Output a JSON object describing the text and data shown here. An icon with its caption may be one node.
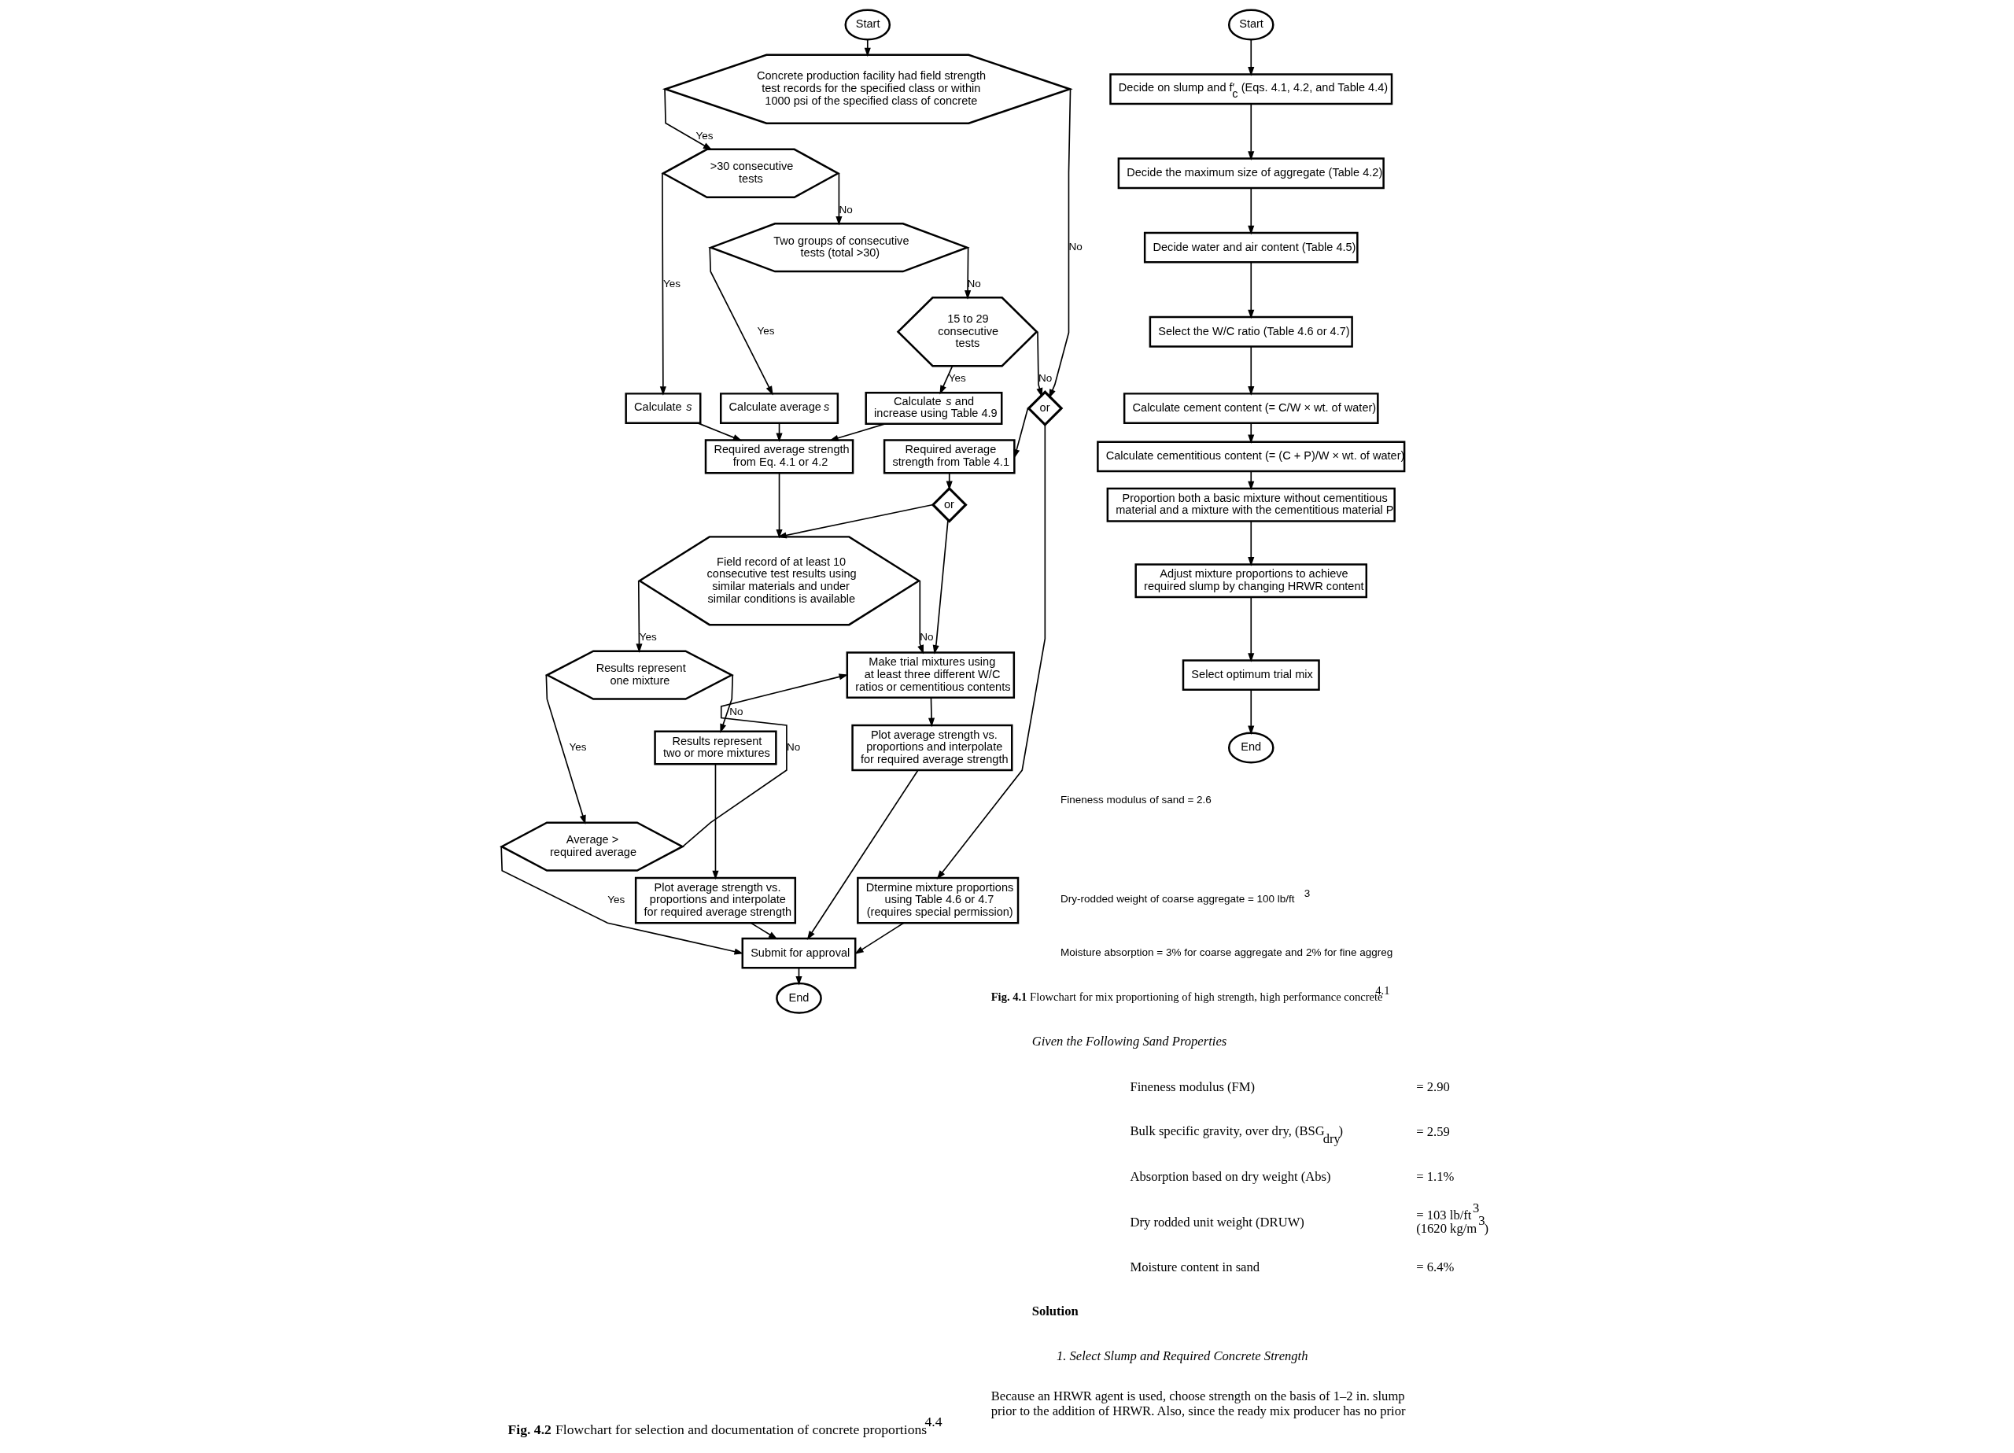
{
  "diagram": {
    "caption": "**Fig. 4.2** Flowchart for selection and documentation of concrete proportions$^{4.4}$",
    "nodes": [
      {
        "text": [
          "Start"
        ]
      },
      {
        "text": [
          "Concrete production facility had field strength test records for the specified class or within 1000 psi of the specified class of concrete"
        ]
      },
      {
        "text": [
          ">30 consecutive tests"
        ]
      },
      {
        "text": [
          "Two groups of consecutive tests (total >30)"
        ]
      },
      {
        "text": [
          "15 to 29 consecutive tests"
        ]
      },
      {
        "text": [
          "Calculate *s*"
        ]
      },
      {
        "text": [
          "Calculate average *s*"
        ]
      },
      {
        "text": [
          "Calculate *s* and increase using Table 4.9"
        ]
      },
      {
        "text": [
          "Required average strength from Eq. 4.1 or 4.2"
        ]
      },
      {
        "text": [
          "Required average strength from Table 4.1"
        ]
      },
      {
        "text": [
          "or"
        ]
      },
      {
        "text": [
          "Field record of at least 10 consecutive test results using similar materials and under similar conditions is available"
        ]
      },
      {
        "text": [
          "or"
        ]
      },
      {
        "text": [
          "Make trial mixtures using at least three different W/C ratios or cementitious contents"
        ]
      },
      {
        "text": [
          "Results represent one mixture"
        ]
      },
      {
        "text": [
          "Results represent two or more mixtures"
        ]
      },
      {
        "text": [
          "Plot average strength vs. proportions and interpolate for required average strength"
        ]
      },
      {
        "text": [
          "Average > required average"
        ]
      },
      {
        "text": [
          "Plot average strength vs. proportions and interpolate for required average strength"
        ]
      },
      {
        "text": [
          "Dtermine mixture proportions using Table 4.6 or 4.7 (requires special permission)"
        ]
      },
      {
        "text": [
          "Submit for approval"
        ]
      },
      {
        "text": [
          "End"
        ]
      },
      {
        "text": [
          "Start"
        ]
      },
      {
        "text": [
          "Decide on slump and f′$_{c}$ (Eqs. 4.1, 4.2, and Table 4.4)"
        ]
      },
      {
        "text": [
          "Decide the maximum size of aggregate (Table 4.2)"
        ]
      },
      {
        "text": [
          "Decide water and air content (Table 4.5)"
        ]
      },
      {
        "text": [
          "Select the W/C ratio (Table 4.6 or 4.7)"
        ]
      },
      {
        "text": [
          "Calculate cement content (= C/W × wt. of water)"
        ]
      },
      {
        "text": [
          "Calculate cementitious content (= (C + P)/W × wt. of water)"
        ]
      },
      {
        "text": [
          "Proportion both a basic mixture without cementitious material and a mixture with the cementitious material P"
        ]
      },
      {
        "text": [
          "Adjust mixture proportions to achieve required slump by changing HRWR content"
        ]
      },
      {
        "text": [
          "Select optimum trial mix"
        ]
      },
      {
        "text": [
          "End"
        ]
      }
    ],
    "edges": [
      {
        "from": 0,
        "to": 1,
        "arrow": "to"
      },
      {
        "from": 1,
        "to": 2,
        "arrow": "to",
        "label": "Yes"
      },
      {
        "from": 1,
        "to": 10,
        "arrow": "to",
        "label": "No"
      },
      {
        "from": 2,
        "to": 5,
        "arrow": "to",
        "label": "Yes"
      },
      {
        "from": 2,
        "to": 3,
        "arrow": "to",
        "label": "No"
      },
      {
        "from": 3,
        "to": 6,
        "arrow": "to",
        "label": "Yes"
      },
      {
        "from": 3,
        "to": 4,
        "arrow": "to",
        "label": "No"
      },
      {
        "from": 4,
        "to": 7,
        "arrow": "to",
        "label": "Yes"
      },
      {
        "from": 4,
        "to": 10,
        "arrow": "to",
        "label": "No"
      },
      {
        "from": 5,
        "to": 8,
        "arrow": "to"
      },
      {
        "from": 6,
        "to": 8,
        "arrow": "to"
      },
      {
        "from": 7,
        "to": 8,
        "arrow": "to"
      },
      {
        "from": 10,
        "to": 9,
        "arrow": "to"
      },
      {
        "from": 10,
        "to": 19,
        "arrow": "to"
      },
      {
        "from": 8,
        "to": 11,
        "arrow": "to"
      },
      {
        "from": 9,
        "to": 12,
        "arrow": "to"
      },
      {
        "from": 12,
        "to": 11,
        "arrow": "to"
      },
      {
        "from": 12,
        "to": 13,
        "arrow": "to"
      },
      {
        "from": 11,
        "to": 14,
        "arrow": "to",
        "label": "Yes"
      },
      {
        "from": 11,
        "to": 13,
        "arrow": "to",
        "label": "No"
      },
      {
        "from": 14,
        "to": 17,
        "arrow": "to",
        "label": "Yes"
      },
      {
        "from": 14,
        "to": 15,
        "arrow": "to",
        "label": "No"
      },
      {
        "from": 13,
        "to": 16,
        "arrow": "to"
      },
      {
        "from": 15,
        "to": 18,
        "arrow": "to"
      },
      {
        "from": 17,
        "to": 20,
        "arrow": "to",
        "label": "Yes"
      },
      {
        "from": 17,
        "to": 13,
        "arrow": "to",
        "label": "No"
      },
      {
        "from": 18,
        "to": 20,
        "arrow": "to"
      },
      {
        "from": 16,
        "to": 20,
        "arrow": "to"
      },
      {
        "from": 19,
        "to": 20,
        "arrow": "to"
      },
      {
        "from": 20,
        "to": 21,
        "arrow": "to"
      },
      {
        "from": 22,
        "to": 23,
        "arrow": "to"
      },
      {
        "from": 23,
        "to": 24,
        "arrow": "to"
      },
      {
        "from": 24,
        "to": 25,
        "arrow": "to"
      },
      {
        "from": 25,
        "to": 26,
        "arrow": "to"
      },
      {
        "from": 26,
        "to": 27,
        "arrow": "to"
      },
      {
        "from": 27,
        "to": 28,
        "arrow": "to"
      },
      {
        "from": 28,
        "to": 29,
        "arrow": "to"
      },
      {
        "from": 29,
        "to": 30,
        "arrow": "to"
      },
      {
        "from": 30,
        "to": 31,
        "arrow": "to"
      },
      {
        "from": 31,
        "to": 32,
        "arrow": "to"
      }
    ],
    "labels": [
      "Fineness modulus of sand = 2.6",
      "Dry-rodded weight of coarse aggregate = 100 lb/ft$^{3}$",
      "Moisture absorption = 3% for coarse aggregate and 2% for fine aggreg",
      "**Fig. 4.1** Flowchart for mix proportioning of high strength, high performance concrete$^{4.1}$",
      "Given the Following Sand Properties",
      "Fineness modulus (FM)",
      "= 2.90",
      "Bulk specific gravity, over dry, (BSG$_{dry}$)",
      "= 2.59",
      "Absorption based on dry weight (Abs)",
      "= 1.1%",
      "Dry rodded unit weight (DRUW)",
      "= 103 lb/ft$^{3}$ (1620 kg/m$^{3}$)",
      "Moisture content in sand",
      "= 6.4%",
      "Solution",
      "1. Select Slump and Required Concrete Strength",
      "Because an HRWR agent is used, choose strength on the basis of 1–2 in. slump prior to the addition of HRWR. Also, since the ready mix producer has no prior"
    ]
  }
}
